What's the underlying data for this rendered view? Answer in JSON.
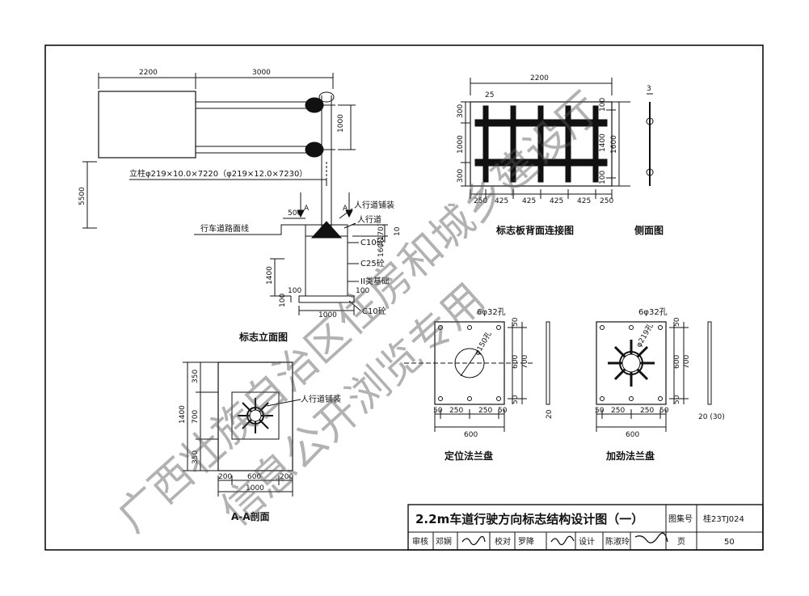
{
  "title_block": {
    "drawing_title": "2.2m车道行驶方向标志结构设计图（一）",
    "atlas_label": "图集号",
    "atlas_no": "桂23TJ024",
    "review_label": "审核",
    "reviewer": "邓娴",
    "check_label": "校对",
    "checker": "罗降",
    "design_label": "设计",
    "designer": "陈淑玲",
    "page_label": "页",
    "page_no": "50"
  },
  "elevation": {
    "caption": "标志立面图",
    "dim_2200": "2200",
    "dim_3000": "3000",
    "dim_1000_right": "1000",
    "dim_5500": "5500",
    "post_spec": "立柱φ219×10.0×7220（φ219×12.0×7230）",
    "label_a1": "A",
    "label_a2": "A",
    "dim_500": "500",
    "road_line": "行车道路面线",
    "sidewalk_pave": "人行道铺装",
    "sidewalk": "人行道",
    "c10_top": "C10砼",
    "c25": "C25砼",
    "subgrade": "II类基础",
    "c10_bottom": "C10砼",
    "dim_160": "160(170)",
    "dim_10": "10",
    "dim_1400": "1400",
    "dim_100a": "100",
    "dim_100b": "100",
    "dim_100c": "100",
    "dim_1000_bottom": "1000"
  },
  "back": {
    "caption": "标志板背面连接图",
    "dim_2200": "2200",
    "dim_25": "25",
    "dim_300a": "300",
    "dim_1000": "1000",
    "dim_300b": "300",
    "dim_100a": "100",
    "dim_1400": "1400",
    "dim_100b": "100",
    "dim_1600": "1600",
    "bottom_dims": [
      "250",
      "425",
      "425",
      "425",
      "425",
      "250"
    ]
  },
  "side": {
    "caption": "侧面图",
    "dim_3": "3"
  },
  "locating": {
    "caption": "定位法兰盘",
    "hole_label": "6φ32孔",
    "inner_label": "φ150孔",
    "dim_50a": "50",
    "dim_600_v": "600",
    "dim_700": "700",
    "dim_50b": "50",
    "dim_20": "20",
    "bottom_dims": [
      "50",
      "250",
      "250",
      "50"
    ],
    "dim_600_h": "600"
  },
  "stiffened": {
    "caption": "加劲法兰盘",
    "hole_label": "6φ32孔",
    "inner_label": "φ219孔",
    "dim_50a": "50",
    "dim_600_v": "600",
    "dim_700": "700",
    "dim_50b": "50",
    "dim_20": "20 (30)",
    "bottom_dims": [
      "50",
      "250",
      "250",
      "50"
    ],
    "dim_600_h": "600"
  },
  "section": {
    "caption": "A-A剖面",
    "paving": "人行道铺装",
    "dim_350a": "350",
    "dim_700": "700",
    "dim_350b": "350",
    "dim_1400": "1400",
    "bottom_dims": [
      "200",
      "600",
      "200"
    ],
    "dim_1000": "1000"
  },
  "watermark": {
    "line1": "广西壮族自治区住房和城乡建设厅",
    "line2": "信息公开浏览专用"
  }
}
